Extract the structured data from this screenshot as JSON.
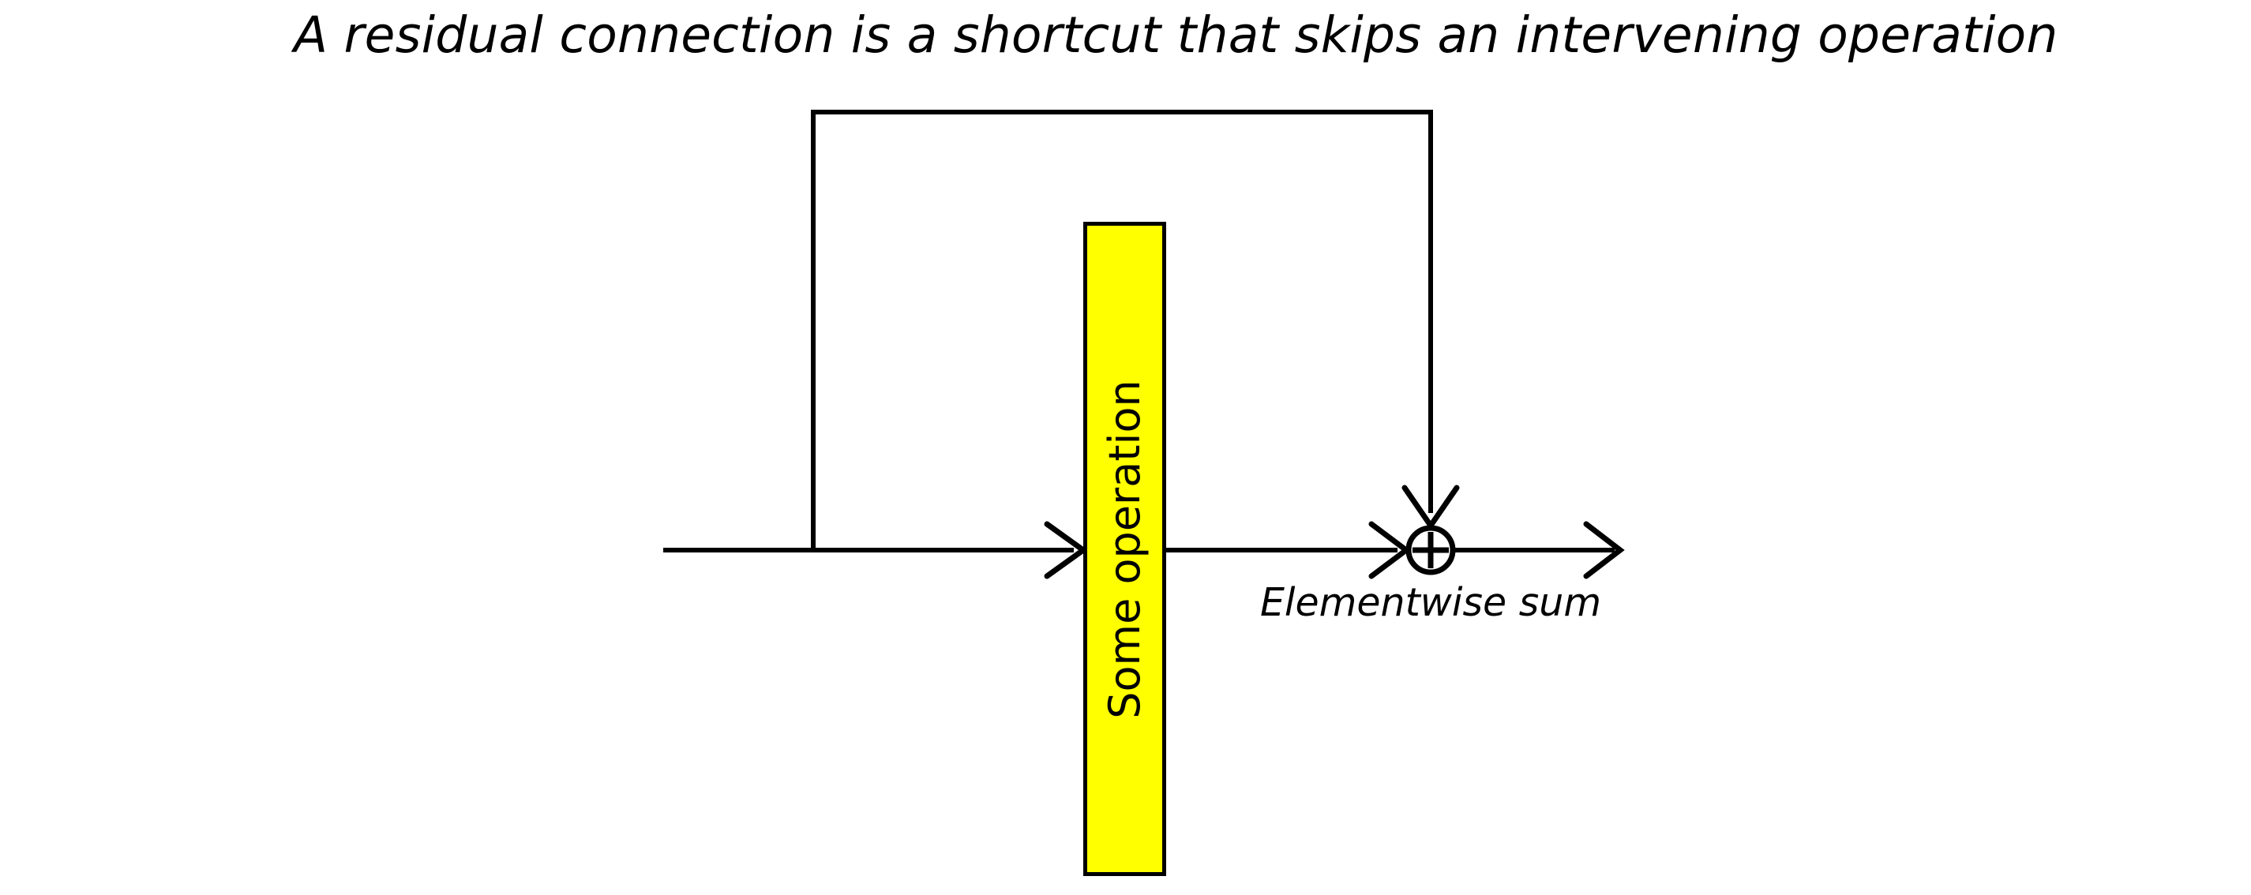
{
  "slide": {
    "title": "A residual connection is a shortcut that skips an intervening operation",
    "background_color": "#FFFFFF"
  },
  "diagram": {
    "type": "flow-diagram",
    "stroke_color": "#000000",
    "nodes": [
      {
        "id": "operation-box",
        "label": "Some operation",
        "shape": "rectangle",
        "fill_color": "#FFFF00",
        "border_color": "#000000",
        "label_orientation": "vertical-bottom-to-top"
      },
      {
        "id": "elementwise-sum",
        "label": "⊕",
        "caption": "Elementwise sum",
        "shape": "circle-plus",
        "fill_color": "#FFFFFF",
        "border_color": "#000000"
      }
    ],
    "edges": [
      {
        "id": "input-edge",
        "from": "input",
        "to": "operation-box",
        "arrow": true
      },
      {
        "id": "operation-to-sum-edge",
        "from": "operation-box",
        "to": "elementwise-sum",
        "arrow": true
      },
      {
        "id": "skip-connection-edge",
        "from": "input-branch",
        "to": "elementwise-sum",
        "arrow": true,
        "routing": "orthogonal-over-top"
      },
      {
        "id": "output-edge",
        "from": "elementwise-sum",
        "to": "output",
        "arrow": true
      }
    ]
  }
}
